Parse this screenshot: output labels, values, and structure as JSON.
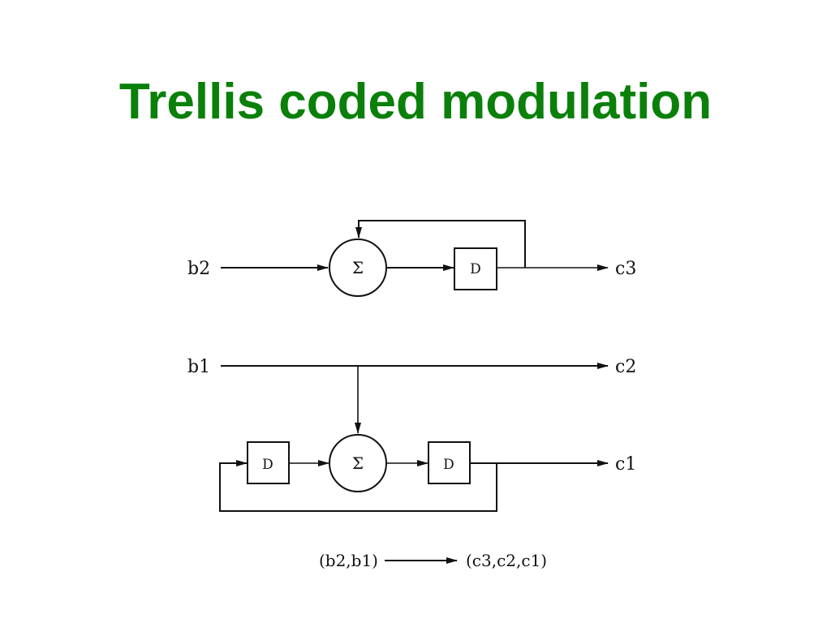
{
  "slide": {
    "title": "Trellis coded modulation",
    "title_color": "#0a800a"
  },
  "diagram": {
    "inputs": {
      "b2": "b2",
      "b1": "b1"
    },
    "outputs": {
      "c3": "c3",
      "c2": "c2",
      "c1": "c1"
    },
    "delay_label": "D",
    "sum_label": "Σ",
    "mapping": {
      "from": "(b2,b1)",
      "to": "(c3,c2,c1)"
    }
  }
}
